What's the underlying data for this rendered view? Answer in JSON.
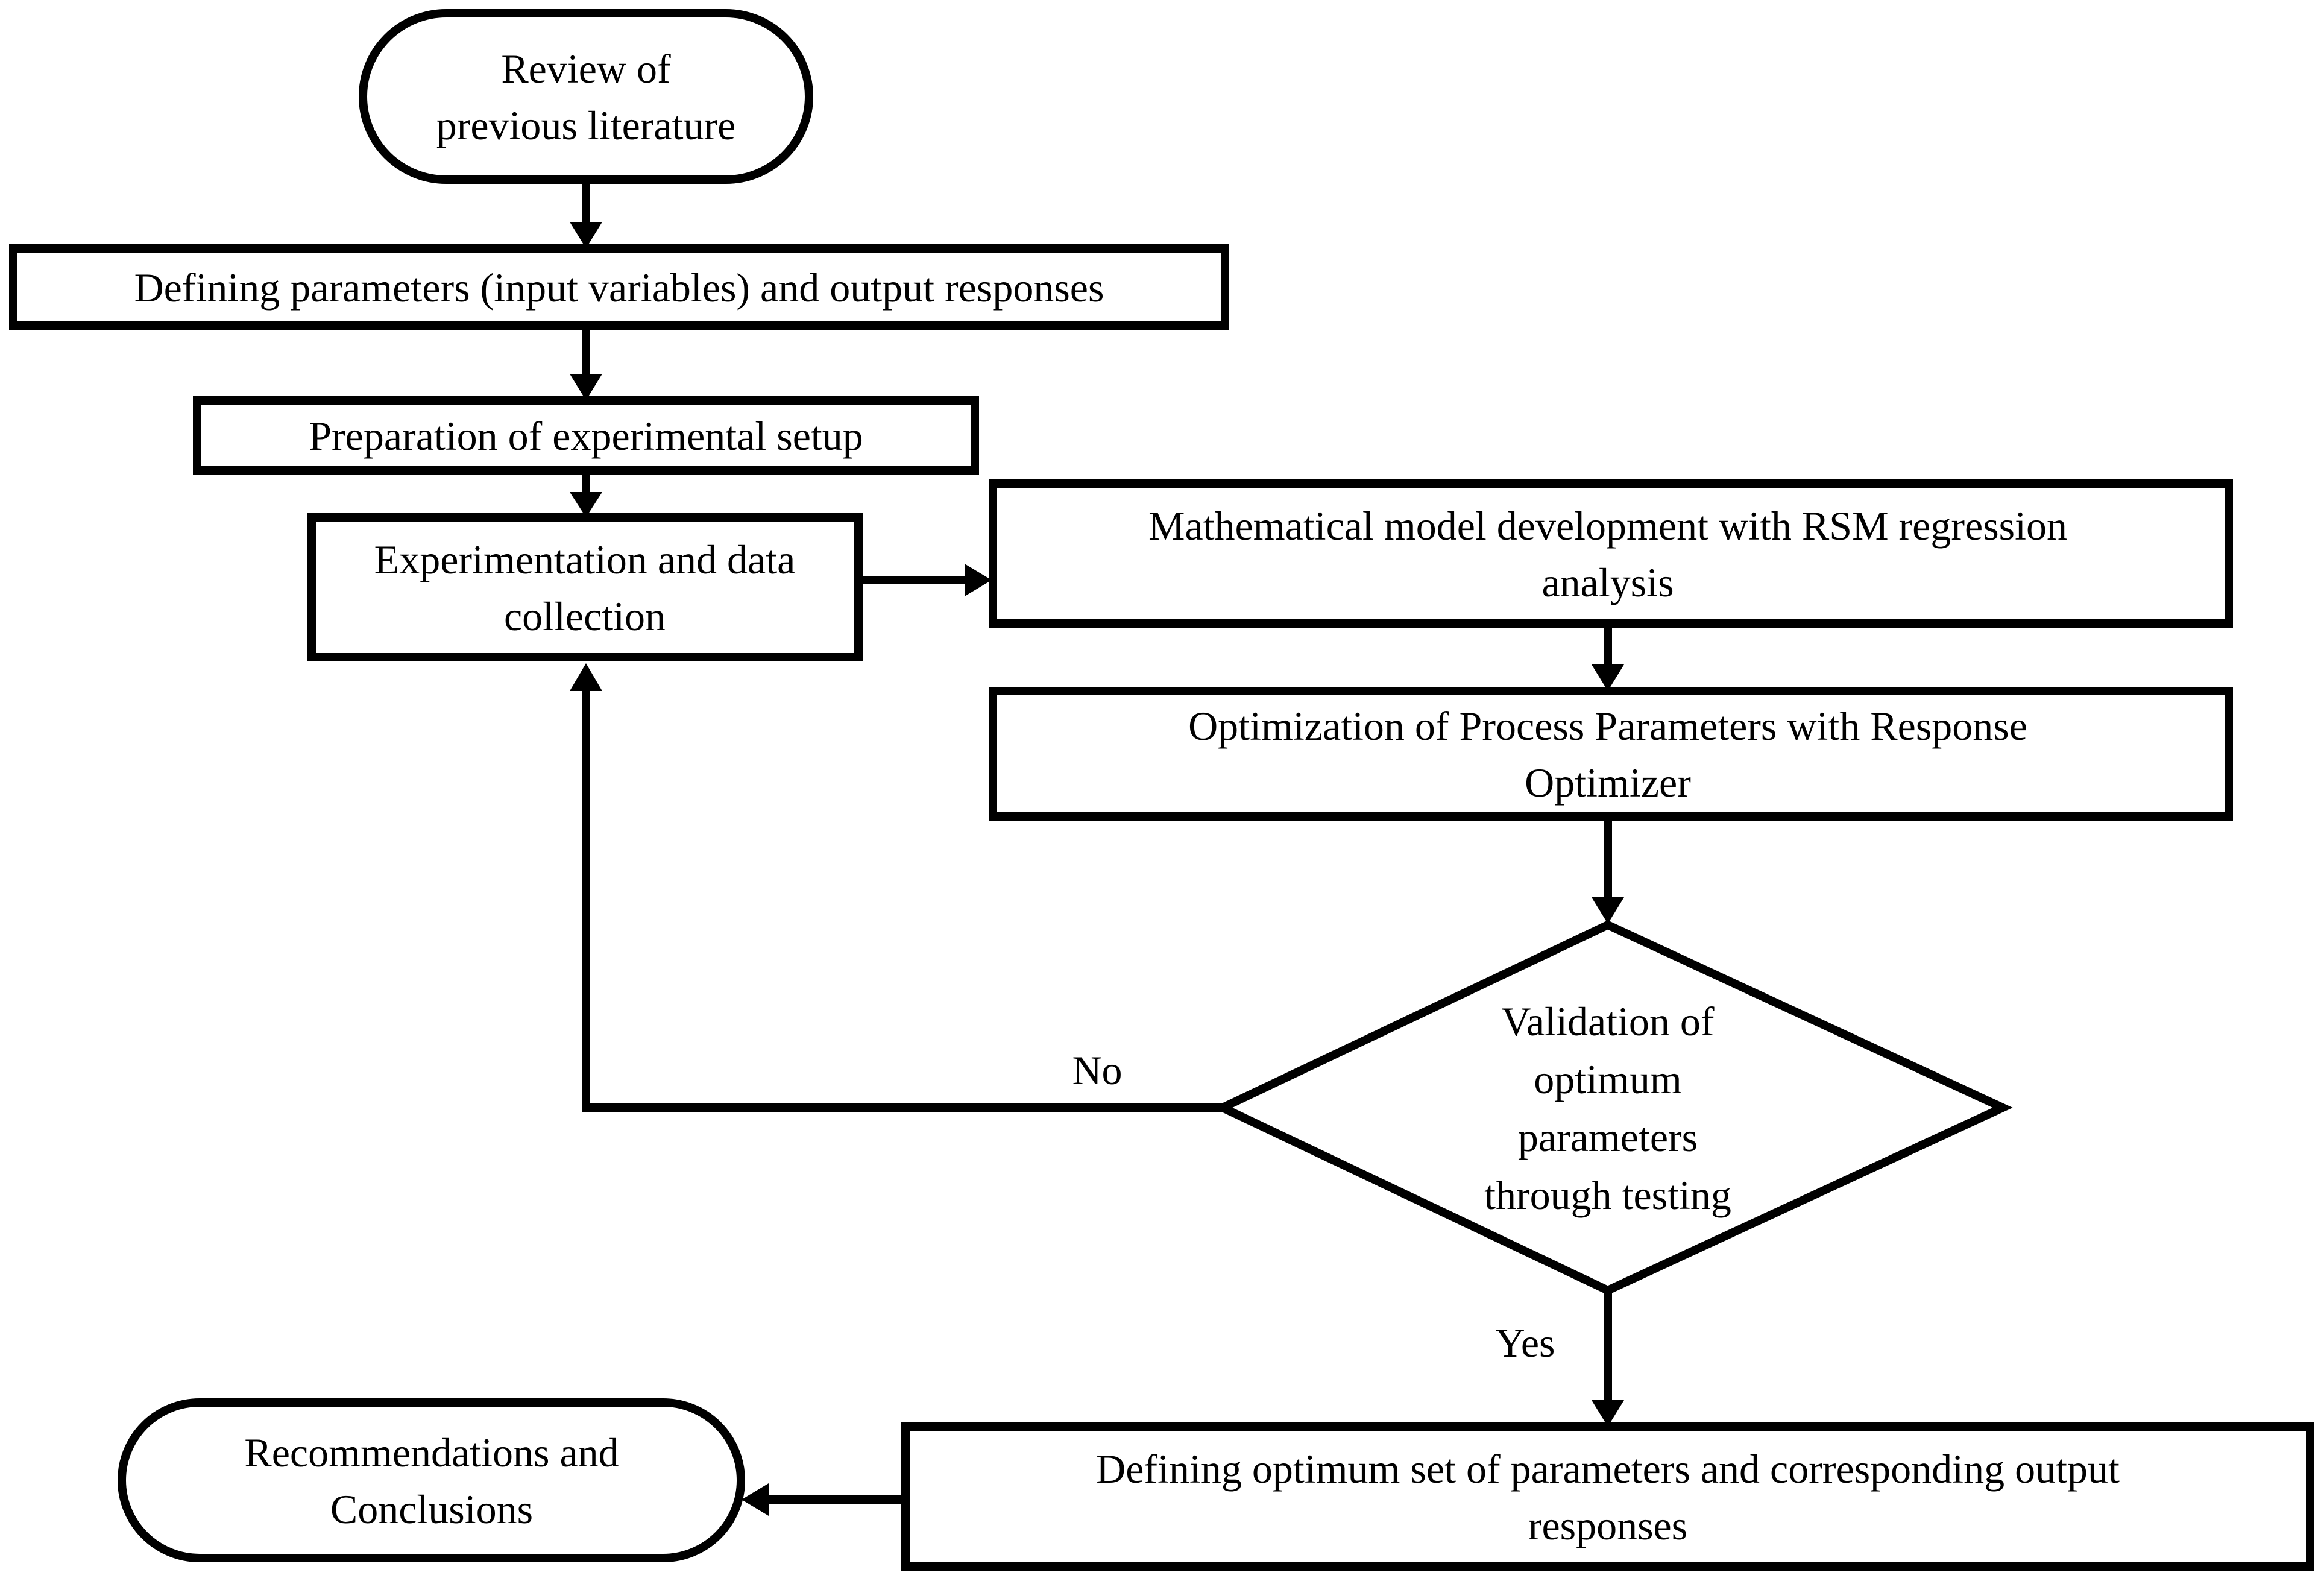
{
  "nodes": {
    "review": {
      "lines": [
        "Review of",
        "previous literature"
      ]
    },
    "define_params": {
      "lines": [
        "Defining parameters (input variables) and output responses"
      ]
    },
    "preparation": {
      "lines": [
        "Preparation of experimental setup"
      ]
    },
    "experimentation": {
      "lines": [
        "Experimentation and data",
        "collection"
      ]
    },
    "math_model": {
      "lines": [
        "Mathematical model development with RSM regression",
        "analysis"
      ]
    },
    "optimization": {
      "lines": [
        "Optimization of Process Parameters with Response",
        "Optimizer"
      ]
    },
    "validation": {
      "lines": [
        "Validation of",
        "optimum",
        "parameters",
        "through testing"
      ]
    },
    "define_optimum": {
      "lines": [
        "Defining optimum set of parameters and corresponding output",
        "responses"
      ]
    },
    "recommendations": {
      "lines": [
        "Recommendations and",
        "Conclusions"
      ]
    }
  },
  "edge_labels": {
    "no": "No",
    "yes": "Yes"
  }
}
